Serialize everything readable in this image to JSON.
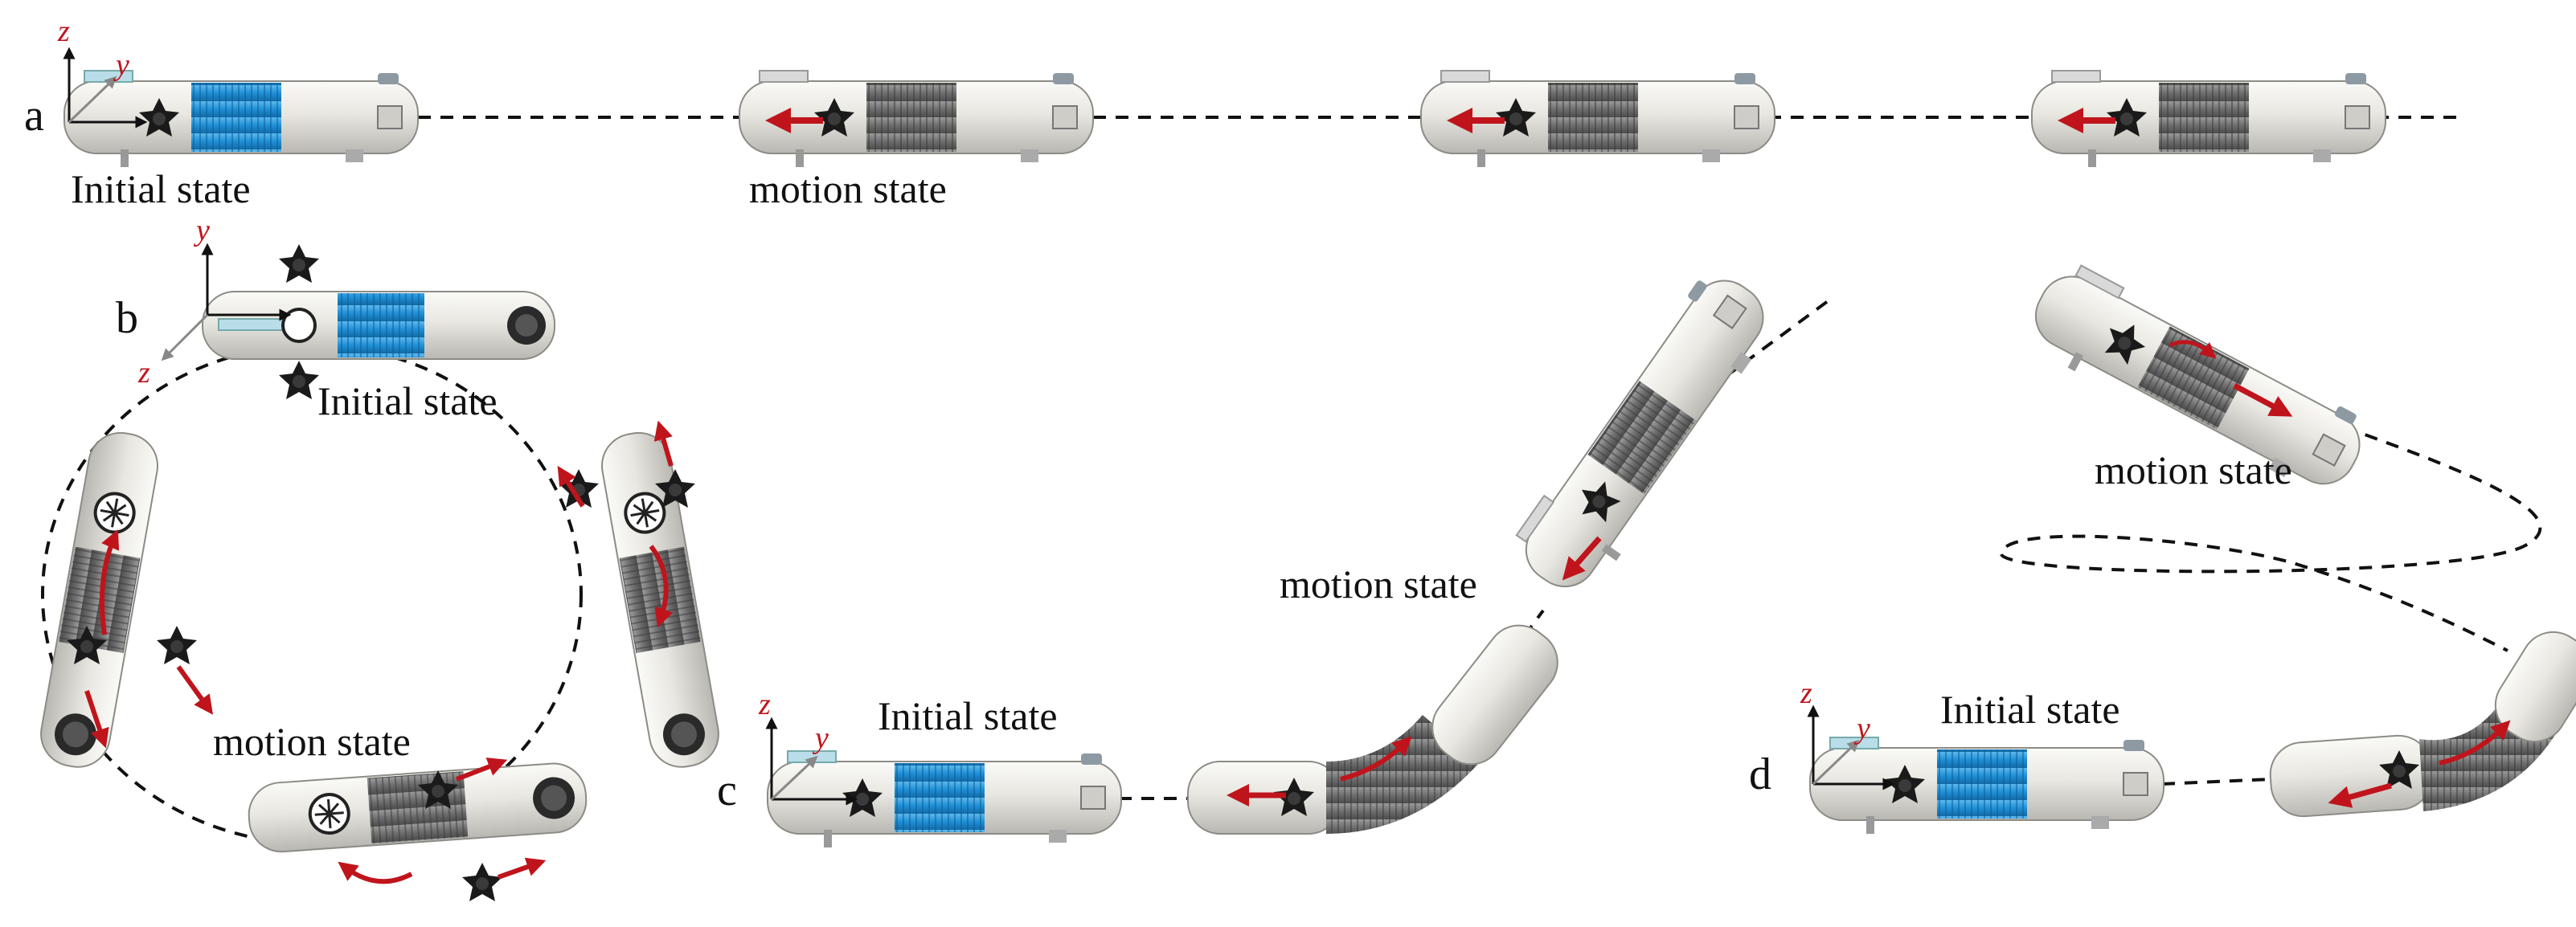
{
  "panels": {
    "a": {
      "letter": "a",
      "initial_label": "Initial state",
      "motion_label": "motion state",
      "axes": {
        "z": "z",
        "y": "y"
      }
    },
    "b": {
      "letter": "b",
      "initial_label": "Initial state",
      "motion_label": "motion state",
      "axes": {
        "z": "z",
        "y": "y"
      }
    },
    "c": {
      "letter": "c",
      "initial_label": "Initial state",
      "motion_label": "motion state",
      "axes": {
        "z": "z",
        "y": "y"
      }
    },
    "d": {
      "letter": "d",
      "initial_label": "Initial state",
      "motion_label": "motion state",
      "axes": {
        "z": "z",
        "y": "y"
      }
    }
  },
  "colors": {
    "accent_arrow": "#c0141c",
    "bellows_initial": "#1f8fd6",
    "bellows_motion": "#6e6e6e",
    "body": "#e6e4de",
    "wheel": "#1a1a1a",
    "path": "#111111"
  },
  "icons": {
    "robot": "robot-module-icon",
    "wheel": "star-wheel-icon",
    "arrow": "motion-arrow-icon"
  }
}
